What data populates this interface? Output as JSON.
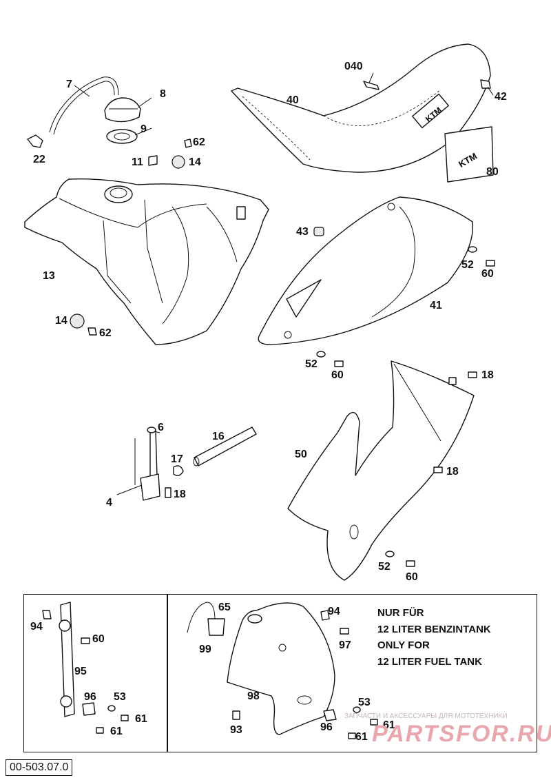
{
  "labels": {
    "l7": "7",
    "l8": "8",
    "l9": "9",
    "l22": "22",
    "l11": "11",
    "l62a": "62",
    "l14a": "14",
    "l040": "040",
    "l40": "40",
    "l42": "42",
    "l80": "80",
    "l13": "13",
    "l14b": "14",
    "l62b": "62",
    "l43": "43",
    "l52a": "52",
    "l60a": "60",
    "l41": "41",
    "l52b": "52",
    "l60b": "60",
    "l18a": "18",
    "l50": "50",
    "l18b": "18",
    "l52c": "52",
    "l60c": "60",
    "l6": "6",
    "l16": "16",
    "l17": "17",
    "l4": "4",
    "l18c": "18",
    "l94a": "94",
    "l60d": "60",
    "l95": "95",
    "l96a": "96",
    "l53a": "53",
    "l61a": "61",
    "l61b": "61",
    "l65": "65",
    "l99": "99",
    "l94b": "94",
    "l97": "97",
    "l98": "98",
    "l53b": "53",
    "l93": "93",
    "l96b": "96",
    "l61c": "61",
    "l61d": "61"
  },
  "note": {
    "line1": "NUR FÜR",
    "line2": "12 LITER BENZINTANK",
    "line3": "ONLY FOR",
    "line4": "12 LITER FUEL TANK"
  },
  "seat_logo": "KTM",
  "decal_logo": "KTM",
  "doc_id": "00-503.07.0",
  "watermark": {
    "small": "ЗАПЧАСТИ И АКСЕССУАРЫ ДЛЯ МОТОТЕХНИКИ",
    "big": "PARTSFOR.RU"
  },
  "colors": {
    "ink": "#111111",
    "watermark": "#e8a7ad"
  }
}
